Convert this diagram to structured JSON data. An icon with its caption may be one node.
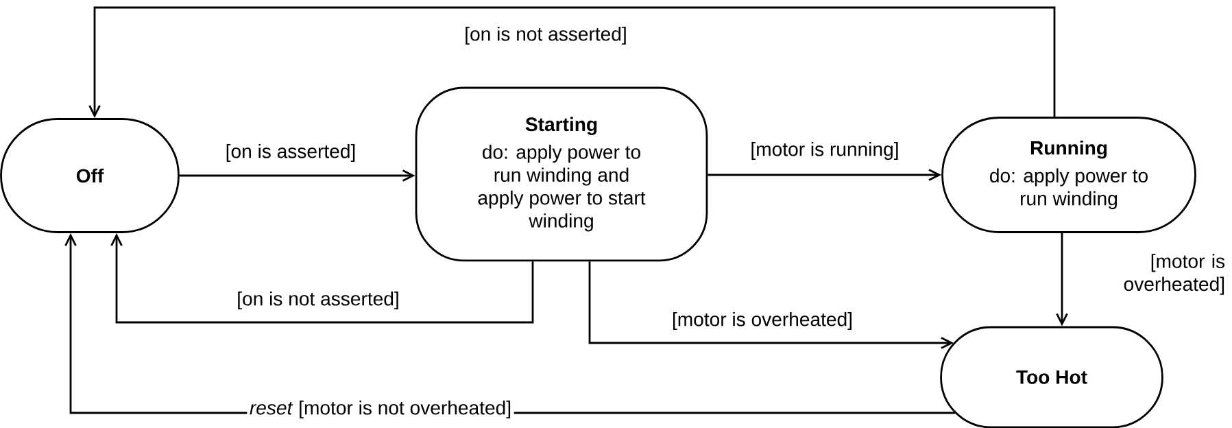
{
  "diagram": {
    "nodes": [
      {
        "text": [
          "Off"
        ]
      },
      {
        "text": [
          "Starting",
          "do: apply power to run winding and apply power to start winding"
        ]
      },
      {
        "text": [
          "Running",
          "do: apply power to run winding"
        ]
      },
      {
        "text": [
          "Too Hot"
        ]
      }
    ],
    "edges": [
      {
        "from": 0,
        "to": 1,
        "arrow": "to",
        "label": "[on is asserted]"
      },
      {
        "from": 1,
        "to": 2,
        "arrow": "to",
        "label": "[motor is running]"
      },
      {
        "from": 2,
        "to": 0,
        "arrow": "to",
        "label": "[on is not asserted]"
      },
      {
        "from": 1,
        "to": 0,
        "arrow": "to",
        "label": "[on is not asserted]"
      },
      {
        "from": 1,
        "to": 3,
        "arrow": "to",
        "label": "[motor is overheated]"
      },
      {
        "from": 2,
        "to": 3,
        "arrow": "to",
        "label": "[motor is overheated]"
      },
      {
        "from": 3,
        "to": 0,
        "arrow": "to",
        "label": "*reset* [motor is not overheated]"
      }
    ]
  }
}
